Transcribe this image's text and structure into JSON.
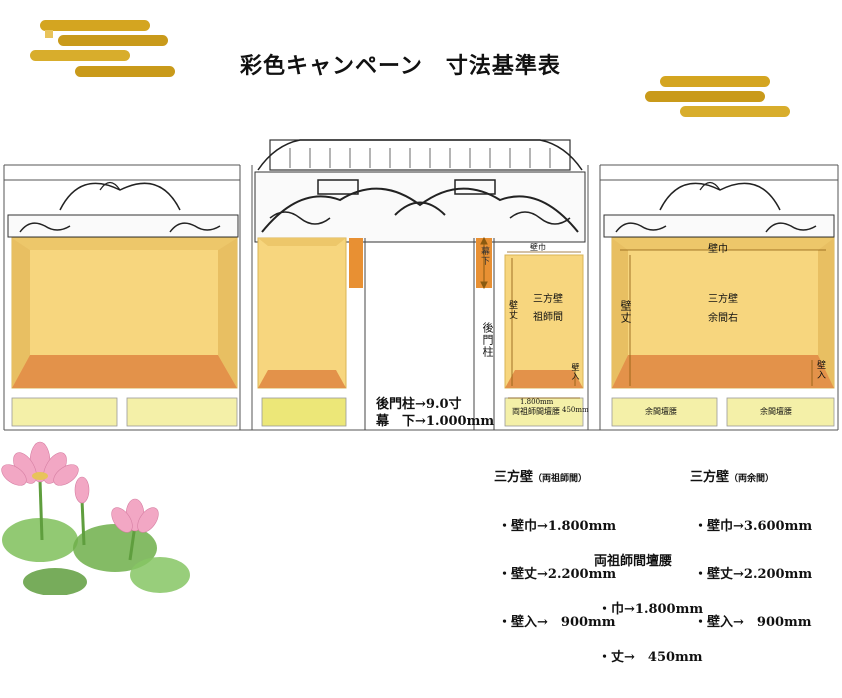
{
  "title": "彩色キャンペーン　寸法基準表",
  "colors": {
    "wall_yellow": "#f7d67e",
    "wall_border": "#d9b455",
    "wall_floor": "#e3924a",
    "dankoshi": "#f4f0a8",
    "curtain": "#e89033",
    "gold": "#d4a520",
    "dim_arrow": "#8a5a10",
    "lotus_pink": "#f2a7c4",
    "lotus_leaf": "#7fbf5a"
  },
  "diagram": {
    "makushita": "幕下",
    "ushiromon_bashira": "後門柱",
    "left_wall": {
      "title_line1": "三方壁",
      "title_line2": "祖師間",
      "width_label": "壁巾",
      "height_label": "壁丈",
      "inset_label": "壁入",
      "dankoshi_label": "両祖師間壇腰",
      "dankoshi_width": "1.800mm",
      "dankoshi_height": "450mm"
    },
    "right_wall": {
      "title_line1": "三方壁",
      "title_line2": "余間右",
      "width_label": "壁巾",
      "height_label": "壁丈",
      "inset_label": "壁入",
      "dankoshi_left": "余間壇腰",
      "dankoshi_right": "余間壇腰"
    }
  },
  "notes": {
    "pillar": "後門柱→9.0寸",
    "maku": "幕　下→1.000mm"
  },
  "spec_soshi": {
    "heading": "三方壁",
    "sub": "（両祖師間）",
    "items": [
      "・壁巾→1.800mm",
      "・壁丈→2.200mm",
      "・壁入→　900mm"
    ]
  },
  "spec_yoma": {
    "heading": "三方壁",
    "sub": "（両余間）",
    "items": [
      "・壁巾→3.600mm",
      "・壁丈→2.200mm",
      "・壁入→　900mm"
    ]
  },
  "spec_dankoshi": {
    "heading": "両祖師間壇腰",
    "items": [
      "・巾→1.800mm",
      "・丈→　450mm"
    ]
  }
}
